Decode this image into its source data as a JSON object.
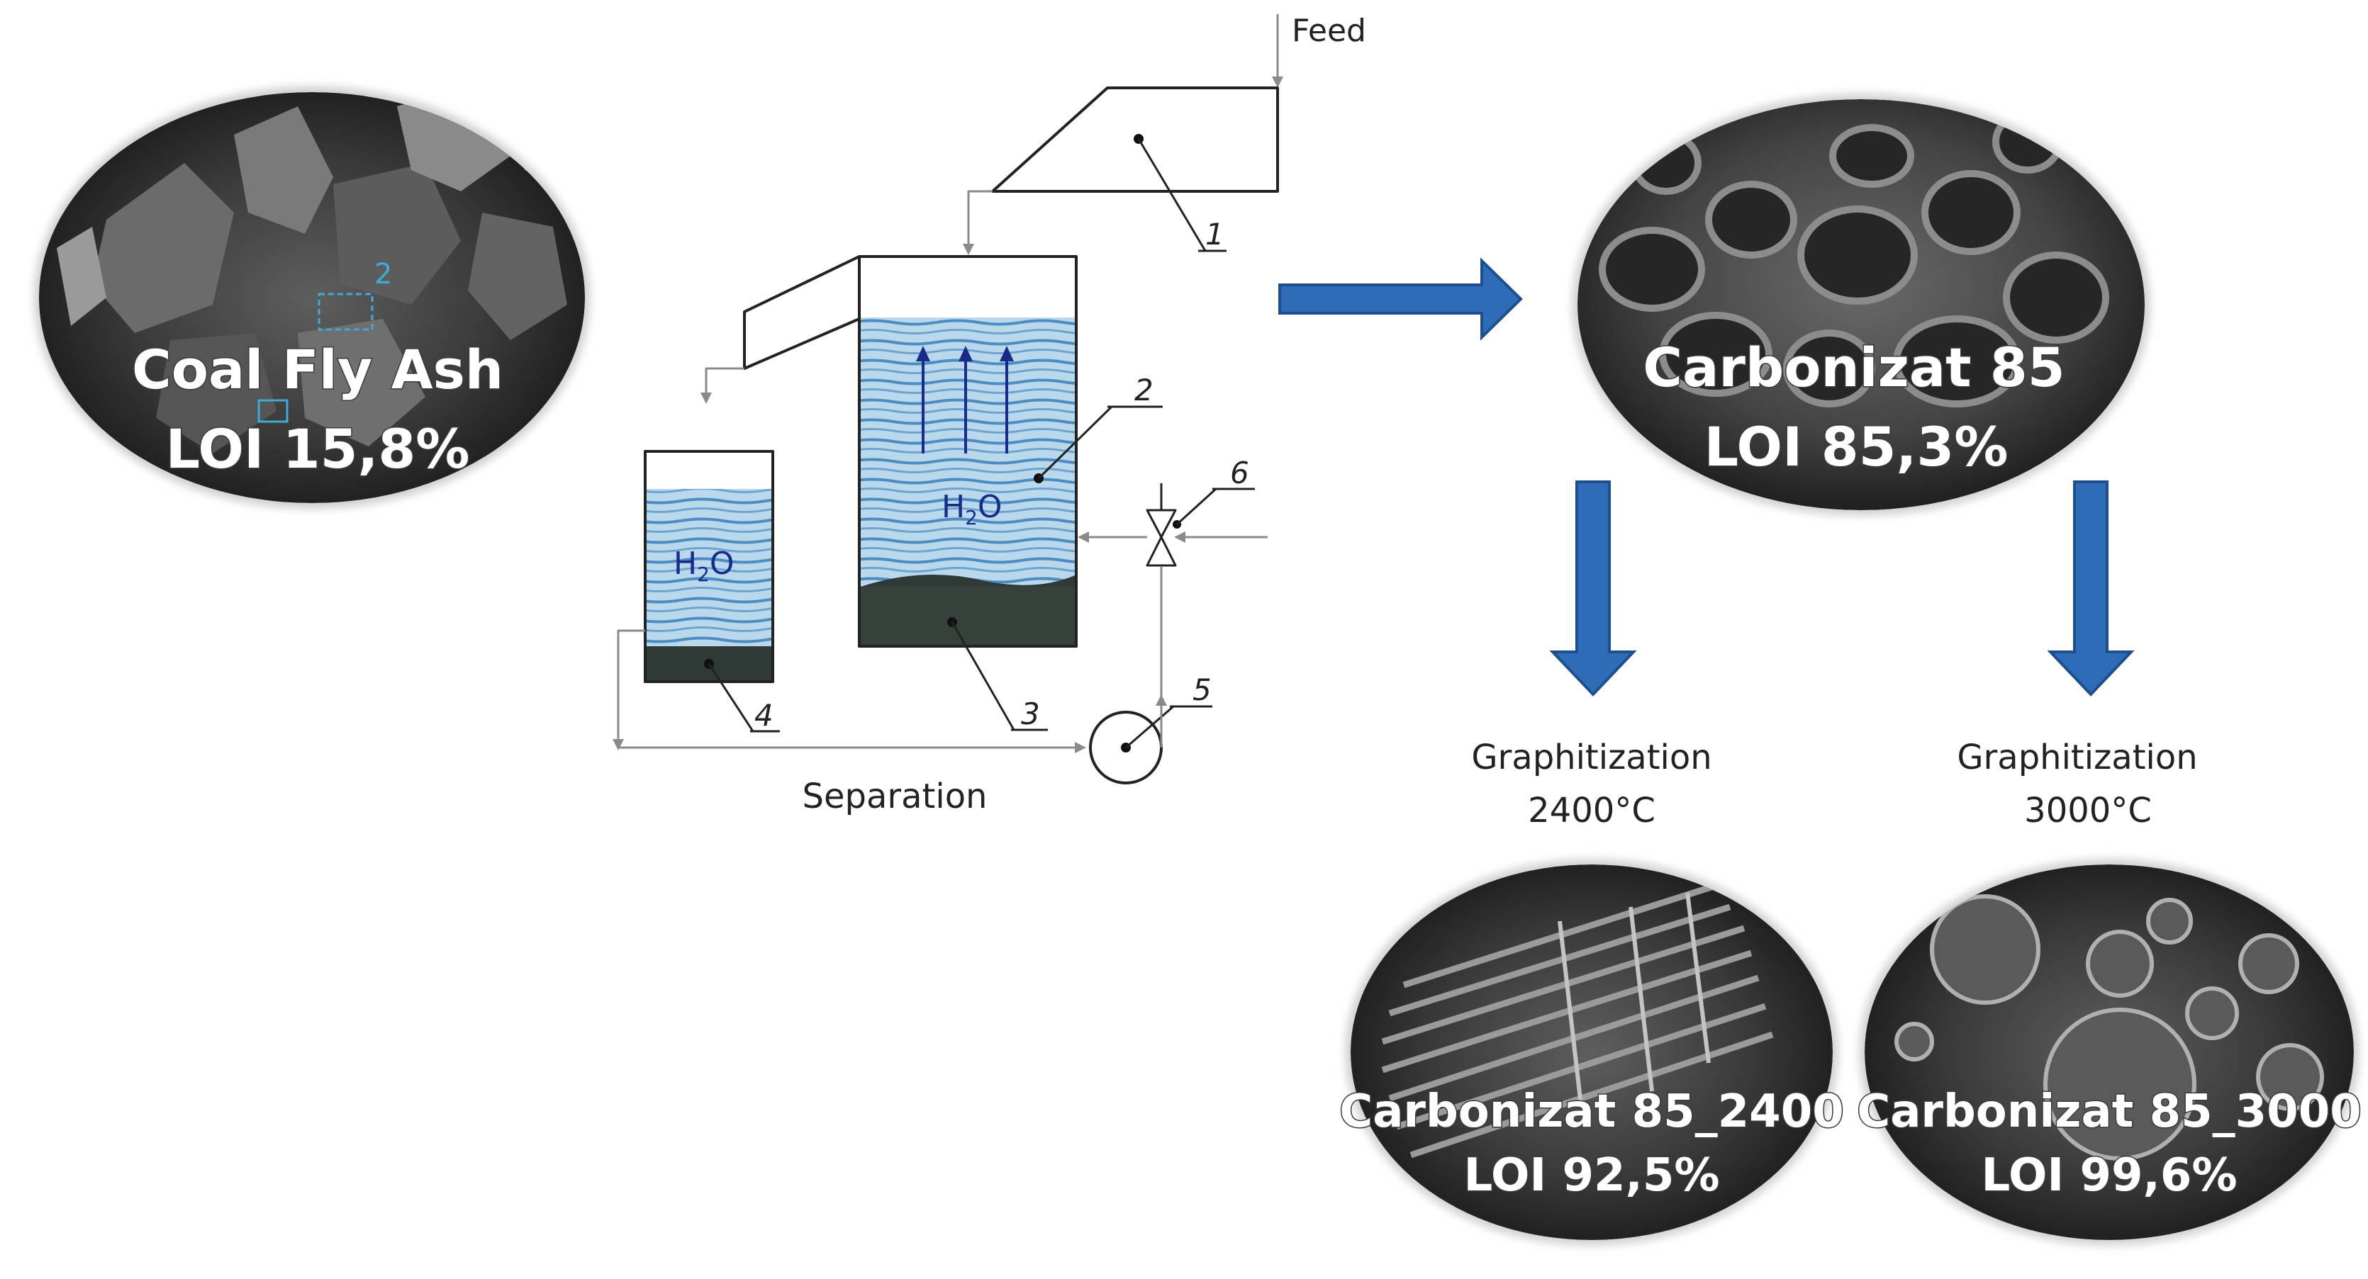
{
  "micrographs": {
    "coal_fly_ash": {
      "title": "Coal Fly Ash",
      "loi": "LOI 15,8%",
      "marker": "2"
    },
    "carbonizat_85": {
      "title": "Carbonizat 85",
      "loi": "LOI 85,3%"
    },
    "carbonizat_85_2400": {
      "title": "Carbonizat 85_2400",
      "loi": "LOI 92,5%"
    },
    "carbonizat_85_3000": {
      "title": "Carbonizat 85_3000",
      "loi": "LOI 99,6%"
    }
  },
  "process": {
    "feed_label": "Feed",
    "separation_label": "Separation",
    "water_label": "H",
    "water_subscript": "2",
    "water_suffix": "O",
    "callouts": [
      "1",
      "2",
      "3",
      "4",
      "5",
      "6"
    ]
  },
  "graphitization": {
    "left": {
      "label": "Graphitization",
      "temperature": "2400°C"
    },
    "right": {
      "label": "Graphitization",
      "temperature": "3000°C"
    }
  },
  "colors": {
    "arrow_blue": "#2e6cb8",
    "arrow_blue_dark": "#1d4f8f",
    "water_light": "#a9cde6",
    "water_dark": "#3f7fb5",
    "sediment": "#2f3a36",
    "line": "#8a8a8a"
  }
}
